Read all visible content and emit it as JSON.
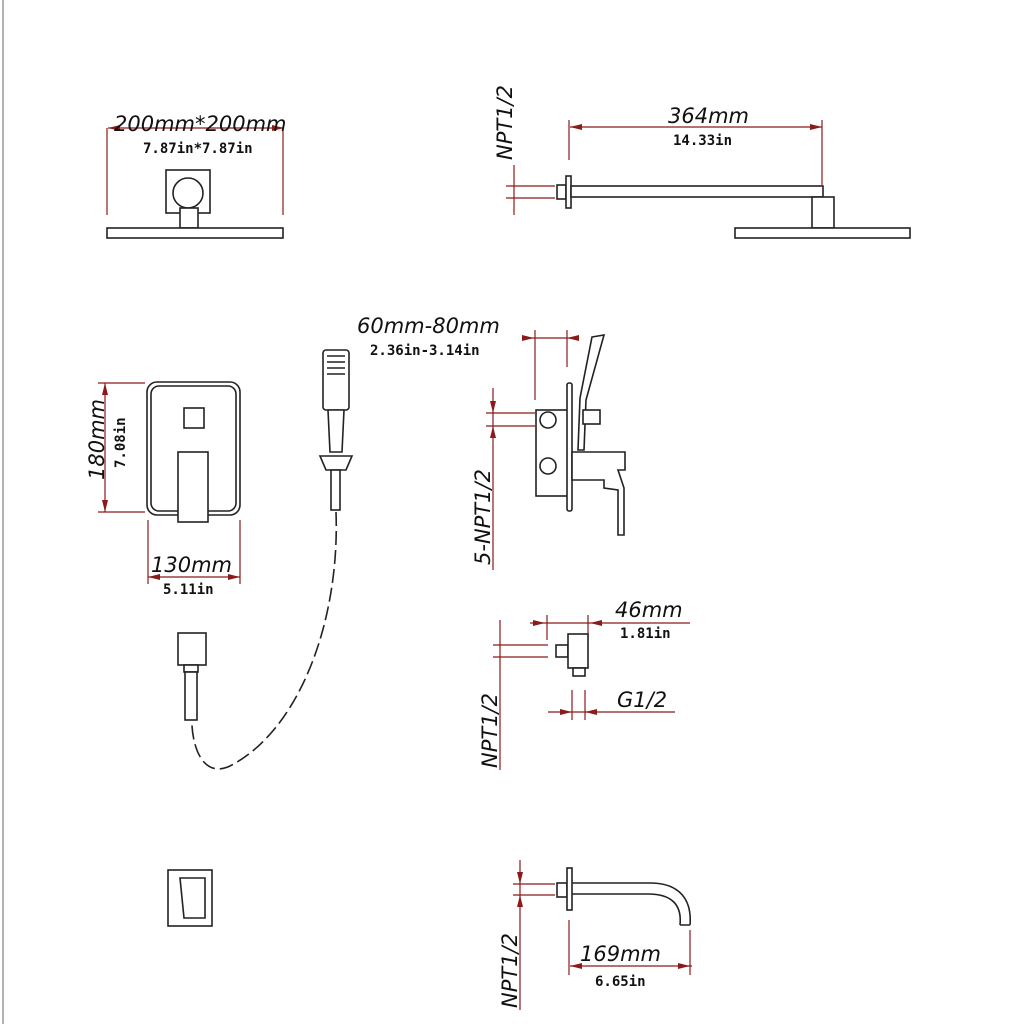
{
  "shower_head_front": {
    "size_mm": "200mm*200mm",
    "size_in": "7.87in*7.87in"
  },
  "shower_arm": {
    "thread": "NPT1/2",
    "length_mm": "364mm",
    "length_in": "14.33in"
  },
  "mixer_front": {
    "height_mm": "180mm",
    "height_in": "7.08in",
    "width_mm": "130mm",
    "width_in": "5.11in"
  },
  "mixer_side": {
    "depth_mm": "60mm-80mm",
    "depth_in": "2.36in-3.14in",
    "thread": "5-NPT1/2"
  },
  "wall_elbow": {
    "depth_mm": "46mm",
    "depth_in": "1.81in",
    "outlet": "G1/2",
    "thread": "NPT1/2"
  },
  "tub_spout": {
    "thread": "NPT1/2",
    "length_mm": "169mm",
    "length_in": "6.65in"
  },
  "colors": {
    "dimension": "#8b1a1a",
    "line": "#222222"
  }
}
